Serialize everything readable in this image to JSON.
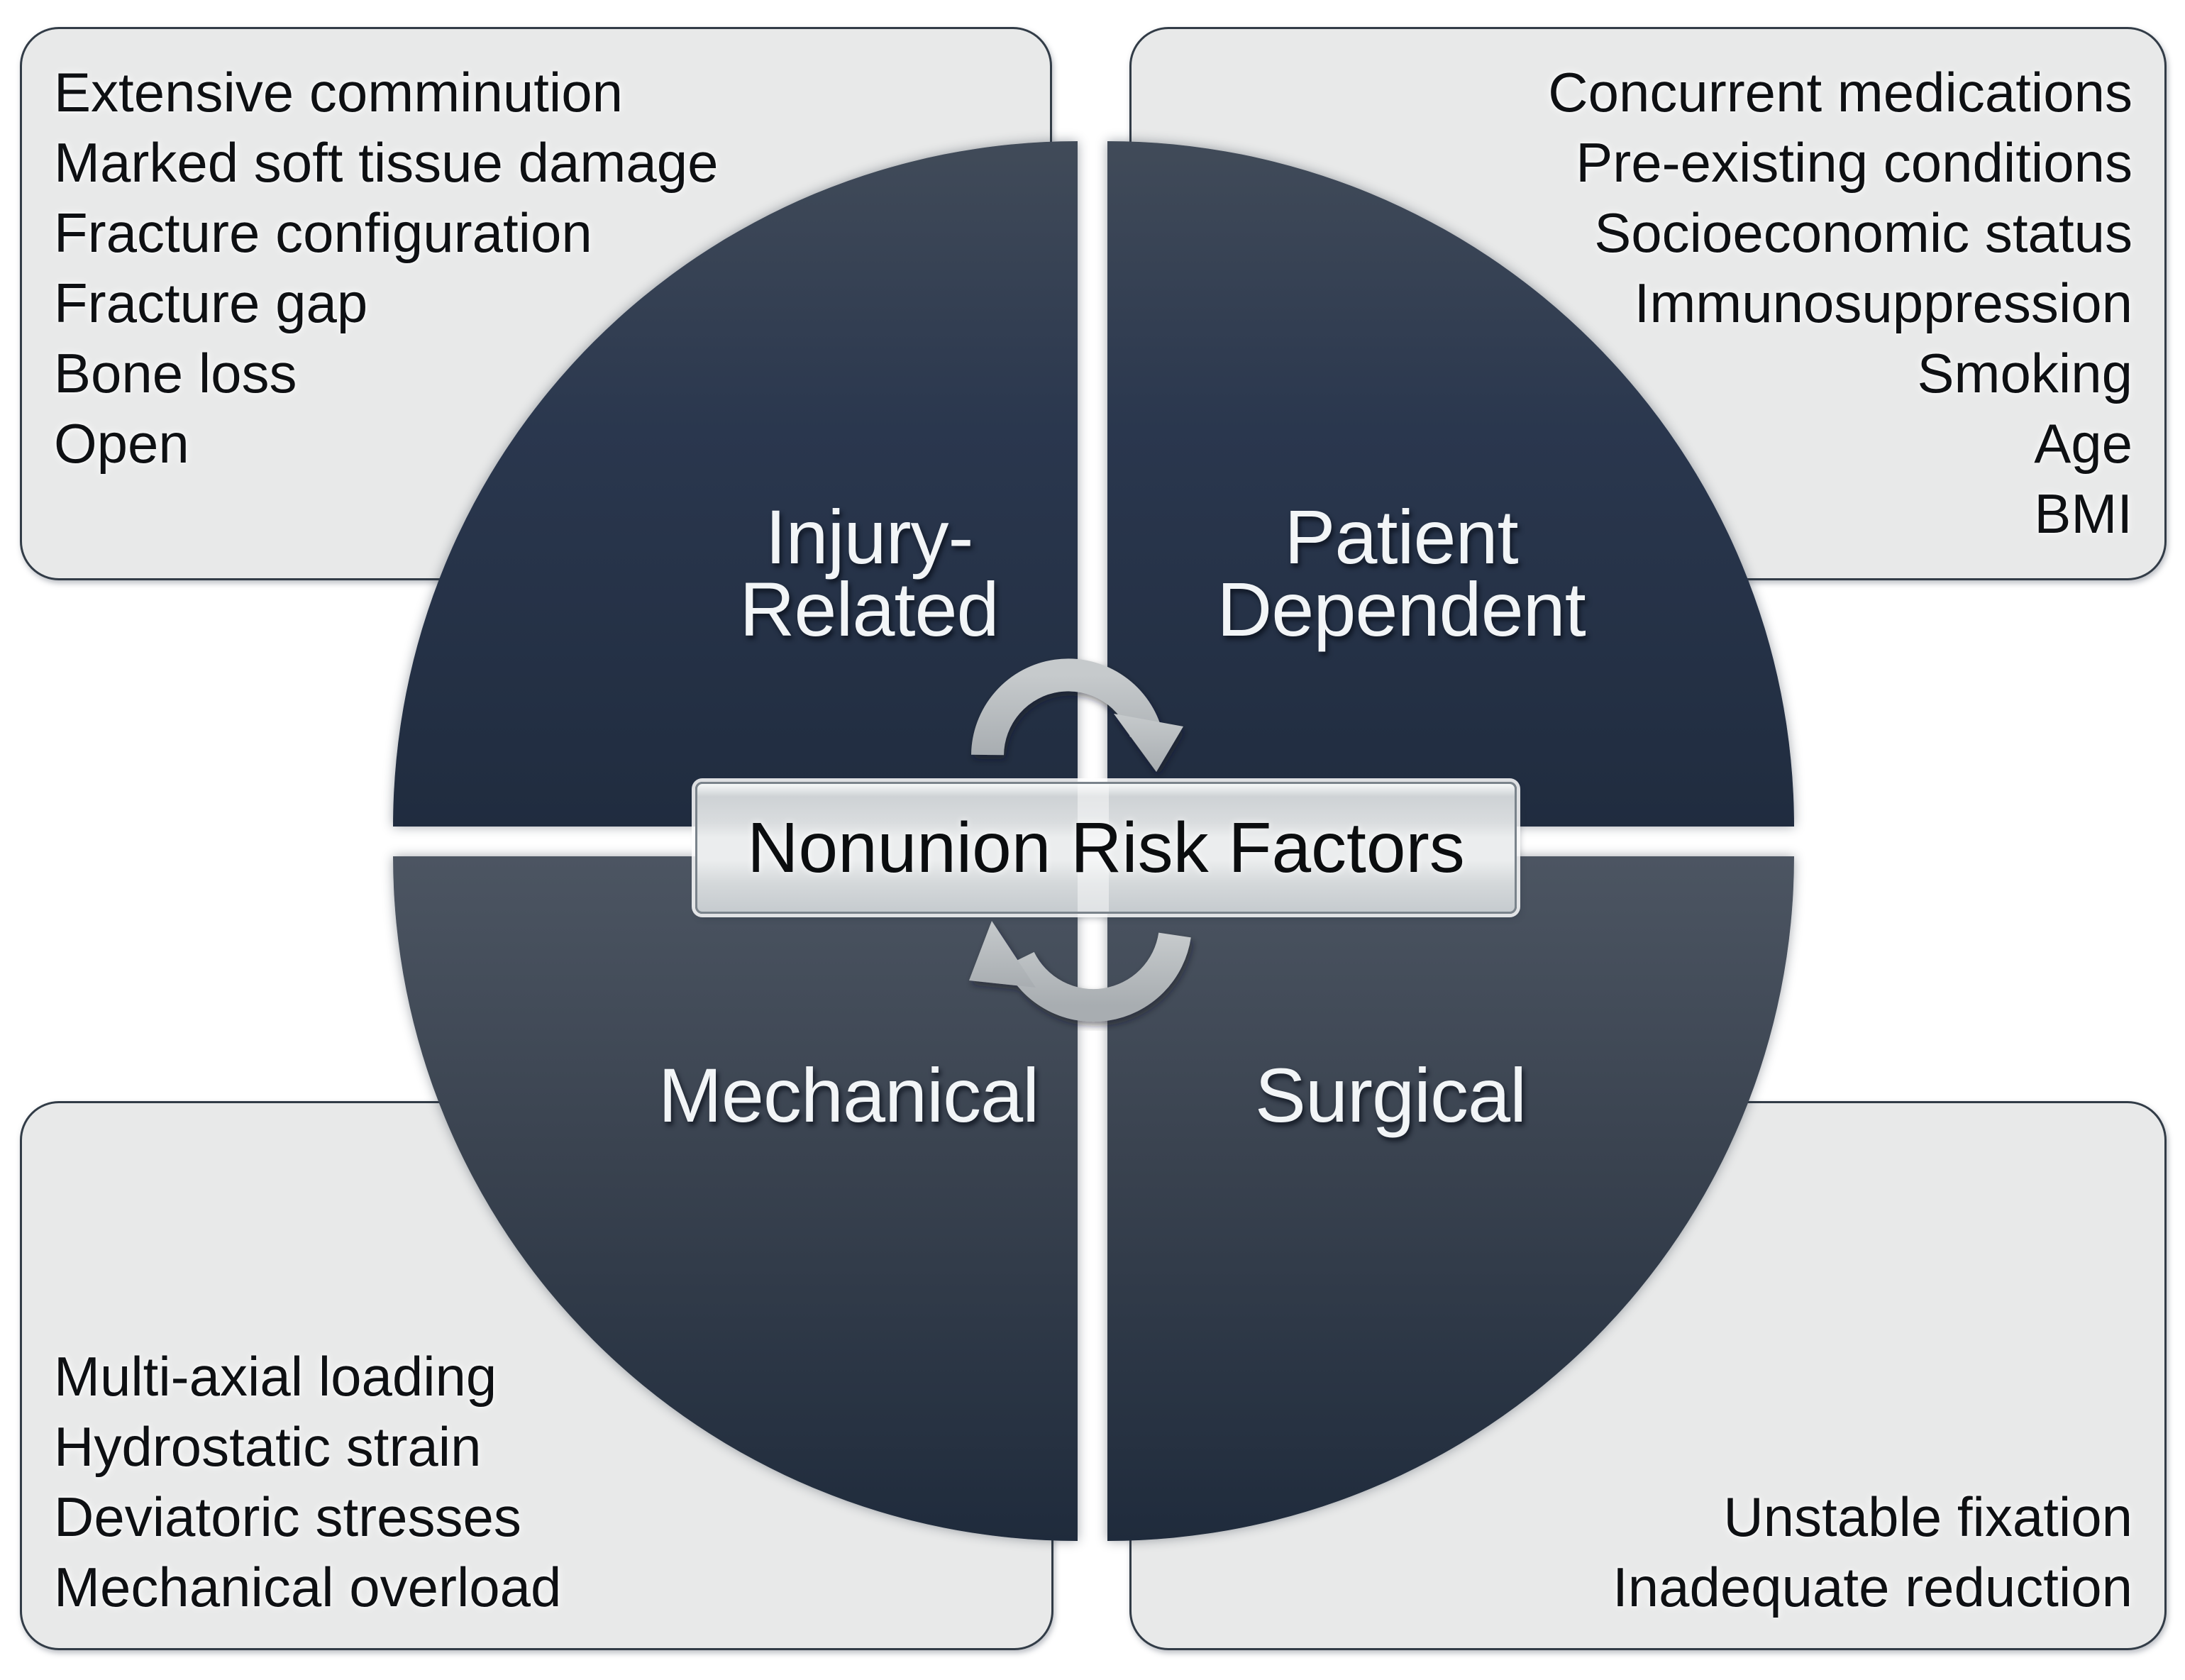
{
  "title": "Nonunion Risk Factors",
  "quadrants": {
    "injury": {
      "label_line1": "Injury-",
      "label_line2": "Related"
    },
    "patient": {
      "label_line1": "Patient",
      "label_line2": "Dependent"
    },
    "mechanical": {
      "label": "Mechanical"
    },
    "surgical": {
      "label": "Surgical"
    }
  },
  "cards": {
    "injury_related": {
      "items": [
        "Extensive comminution",
        "Marked soft tissue damage",
        "Fracture configuration",
        "Fracture gap",
        "Bone loss",
        "Open"
      ]
    },
    "patient_dependent": {
      "items": [
        "Concurrent medications",
        "Pre-existing conditions",
        "Socioeconomic status",
        "Immunosuppression",
        "Smoking",
        "Age",
        "BMI"
      ]
    },
    "mechanical": {
      "items": [
        "Multi-axial loading",
        "Hydrostatic strain",
        "Deviatoric stresses",
        "Mechanical overload"
      ]
    },
    "surgical": {
      "items": [
        "Unstable fixation",
        "Inadequate reduction"
      ]
    }
  },
  "icons": {
    "rotation_arrows": "clockwise-rotation-arrows"
  },
  "colors": {
    "bg": "#ffffff",
    "card_bg": "#e8e9e9",
    "card_border": "#323c47",
    "card_text": "#0e1013",
    "q_top_light": "#414b59",
    "q_top_mid": "#2a374e",
    "q_top_dark": "#202c3f",
    "q_bot_light": "#4c5562",
    "q_bot_mid": "#39424f",
    "q_bot_dark": "#1f2b3c",
    "label_text": "#f2f5f7",
    "divider": "#ffffff",
    "panel_border": "#7a838b",
    "title_text": "#0b0d0f",
    "arrow": "#b5b9bc"
  }
}
